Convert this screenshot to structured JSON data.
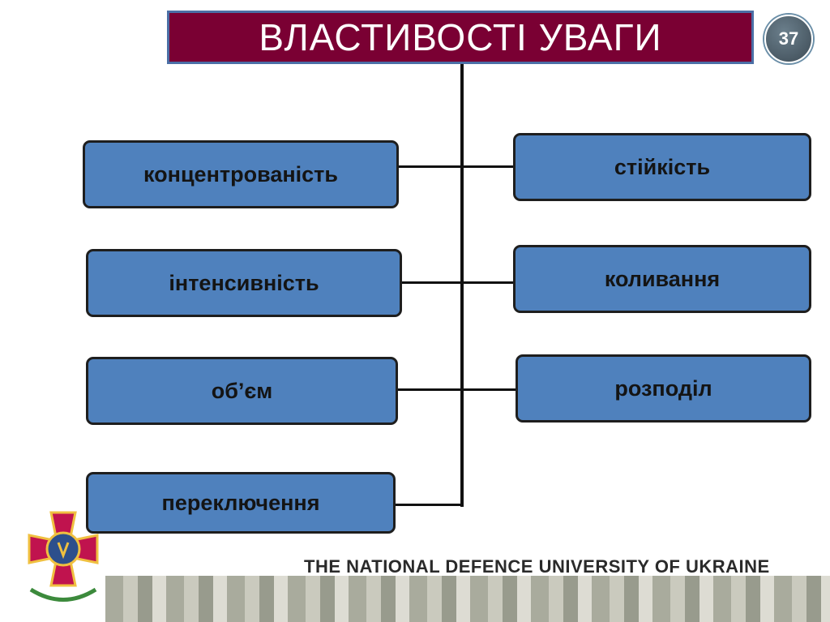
{
  "title": "ВЛАСТИВОСТІ  УВАГИ",
  "slide_number": "37",
  "left_nodes": [
    "концентрованість",
    "інтенсивність",
    "об’єм",
    "переключення"
  ],
  "right_nodes": [
    "стійкість",
    "коливання",
    "розподіл"
  ],
  "footer": "THE NATIONAL DEFENCE UNIVERSITY OF UKRAINE",
  "colors": {
    "title_bg": "#7a0033",
    "node_fill": "#4f81bd",
    "emblem": "#c0134e"
  }
}
